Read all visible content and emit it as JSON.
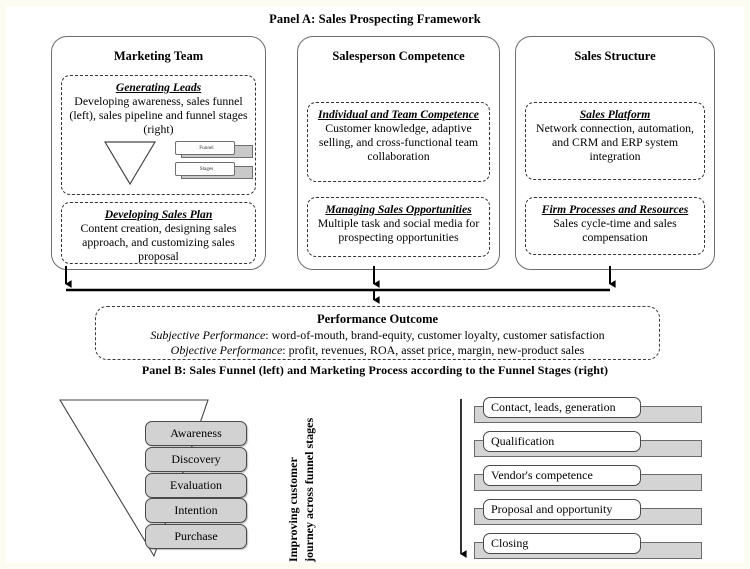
{
  "panelA": {
    "title": "Panel A: Sales Prospecting Framework",
    "columns": [
      {
        "heading": "Marketing Team",
        "boxes": [
          {
            "title": "Generating Leads",
            "text": "Developing awareness, sales funnel (left), sales pipeline and funnel stages (right)",
            "icons": {
              "funnel_card": "Funnel",
              "stages_card": "Stages"
            }
          },
          {
            "title": "Developing  Sales Plan",
            "text": "Content creation, designing sales approach, and customizing sales proposal"
          }
        ]
      },
      {
        "heading": "Salesperson Competence",
        "boxes": [
          {
            "title": "Individual and Team Competence",
            "text": "Customer knowledge, adaptive selling, and cross-functional team collaboration"
          },
          {
            "title": "Managing Sales  Opportunities",
            "text": "Multiple task and social media for prospecting opportunities"
          }
        ]
      },
      {
        "heading": "Sales Structure",
        "boxes": [
          {
            "title": "Sales Platform",
            "text": "Network connection, automation, and CRM and ERP system integration"
          },
          {
            "title": "Firm Processes and Resources",
            "text": "Sales cycle-time and sales compensation"
          }
        ]
      }
    ],
    "outcome": {
      "title": "Performance Outcome",
      "subjective_label": "Subjective Performance",
      "subjective_text": ": word-of-mouth, brand-equity, customer loyalty, customer satisfaction",
      "objective_label": "Objective Performance",
      "objective_text": ": profit, revenues, ROA, asset price, margin, new-product sales"
    }
  },
  "panelB": {
    "title": "Panel B: Sales Funnel (left) and Marketing Process according to the Funnel Stages (right)",
    "funnel_stages": [
      "Awareness",
      "Discovery",
      "Evaluation",
      "Intention",
      "Purchase"
    ],
    "vertical_caption_line1": "Improving customer",
    "vertical_caption_line2": "journey across funnel stages",
    "process_steps": [
      "Contact, leads, generation",
      "Qualification",
      "Vendor's competence",
      "Proposal and opportunity",
      "Closing"
    ]
  },
  "colors": {
    "page_background": "#fdfcf2",
    "content_background": "#ffffff",
    "stage_fill": "#d2d2d2",
    "process_bar_fill": "#d4d4d4",
    "line": "#333333"
  }
}
